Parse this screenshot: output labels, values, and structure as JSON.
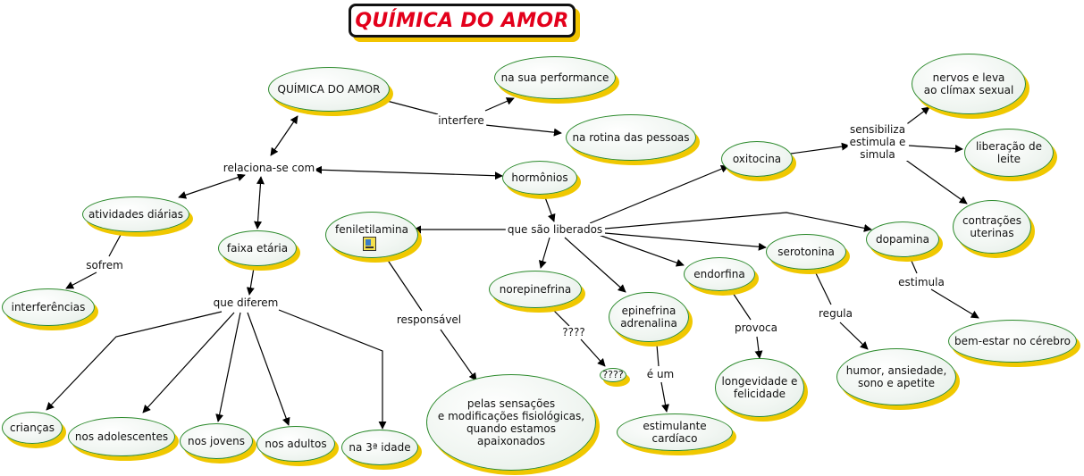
{
  "title": "QUÍMICA DO AMOR",
  "nodes": {
    "quimica": "QUÍMICA DO AMOR",
    "performance": "na sua performance",
    "rotina": "na rotina das pessoas",
    "hormonios": "hormônios",
    "atividades": "atividades diárias",
    "faixa": "faixa etária",
    "interferencias": "interferências",
    "criancas": "crianças",
    "adolescentes": "nos adolescentes",
    "jovens": "nos jovens",
    "adultos": "nos adultos",
    "terceira": "na 3ª idade",
    "feniletilamina": "feniletilamina",
    "sensacoes": "pelas sensações\ne modificações fisiológicas,\nquando estamos\napaixonados",
    "norepinefrina": "norepinefrina",
    "q2": "????",
    "epinefrina": "epinefrina\nadrenalina",
    "estimulante": "estimulante cardíaco",
    "endorfina": "endorfina",
    "longevidade": "longevidade e\nfelicidade",
    "serotonina": "serotonina",
    "humor": "humor, ansiedade,\nsono e apetite",
    "dopamina": "dopamina",
    "bemestar": "bem-estar no cérebro",
    "oxitocina": "oxitocina",
    "nervos": "nervos e leva\nao clímax sexual",
    "leite": "liberação de\nleite",
    "contracoes": "contrações\nuterinas"
  },
  "links": {
    "interfere": "interfere",
    "relaciona": "relaciona-se com",
    "sofrem": "sofrem",
    "diferem": "que diferem",
    "liberados": "que são liberados",
    "responsavel": "responsável",
    "q1": "????",
    "eum": "é um",
    "provoca": "provoca",
    "regula": "regula",
    "estimula": "estimula",
    "sensibiliza": "sensibiliza\nestimula e\nsimula"
  },
  "colors": {
    "node_border": "#2c8a2c",
    "node_shadow": "#f0c800",
    "title_text": "#e3001b",
    "title_shadow": "#f2c400",
    "edge": "#000000"
  }
}
